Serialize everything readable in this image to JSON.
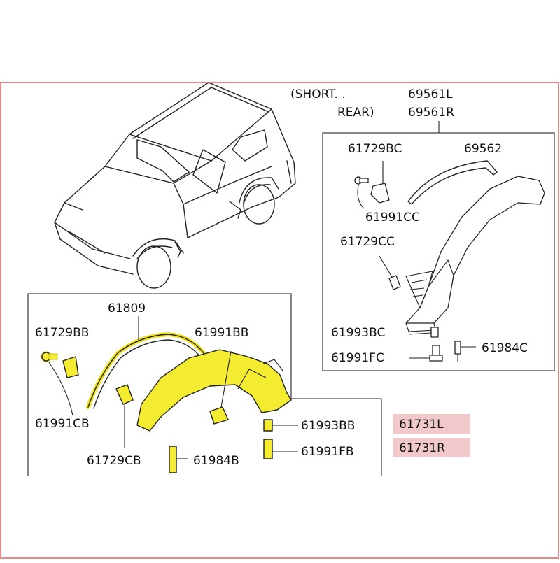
{
  "colors": {
    "highlight": "#f4ec26",
    "part_number_box": "#f2c9cb",
    "frame_border": "#e08a8a"
  },
  "labels": {
    "short_rear_line1": "(SHORT. .",
    "short_rear_line2": "REAR)",
    "p69561L": "69561L",
    "p69561R": "69561R",
    "p69562": "69562",
    "p61729BC": "61729BC",
    "p61991CC": "61991CC",
    "p61729CC": "61729CC",
    "p61993BC": "61993BC",
    "p61991FC": "61991FC",
    "p61984C": "61984C",
    "p61809": "61809",
    "p61729BB": "61729BB",
    "p61991BB": "61991BB",
    "p61991CB": "61991CB",
    "p61993BB": "61993BB",
    "p61991FB": "61991FB",
    "p61729CB": "61729CB",
    "p61984B": "61984B",
    "p61731L": "61731L",
    "p61731R": "61731R"
  }
}
